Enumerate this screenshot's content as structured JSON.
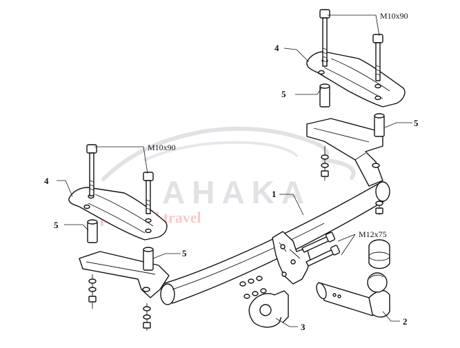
{
  "watermark": {
    "brand": "AHAKA",
    "tagline": "park and travel",
    "brand_color": "#c9cbd1",
    "tagline_color": "#f0a0a0"
  },
  "labels": {
    "part_1": "1",
    "part_2": "2",
    "part_3": "3",
    "part_4_right": "4",
    "part_4_left": "4",
    "part_5_right_a": "5",
    "part_5_right_b": "5",
    "part_5_left_a": "5",
    "part_5_left_b": "5"
  },
  "bolts": {
    "top_right": "M10x90",
    "top_left": "M10x90",
    "ball": "M12x75"
  },
  "colors": {
    "ink": "#111111",
    "paper": "#ffffff"
  }
}
